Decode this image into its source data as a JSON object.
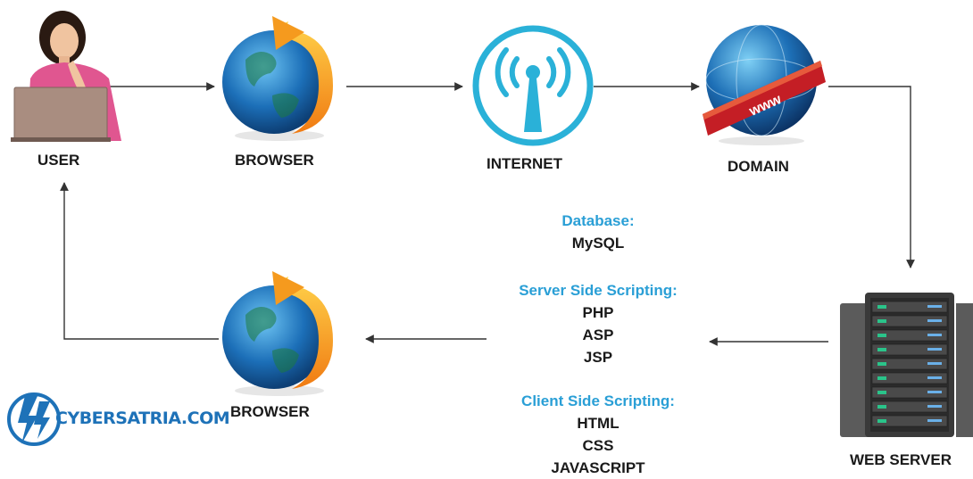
{
  "nodes": {
    "user": {
      "label": "USER"
    },
    "browser_top": {
      "label": "BROWSER"
    },
    "internet": {
      "label": "INTERNET"
    },
    "domain": {
      "label": "DOMAIN",
      "badge": "www"
    },
    "web_server": {
      "label": "WEB SERVER"
    },
    "browser_bottom": {
      "label": "BROWSER"
    }
  },
  "stack": {
    "database": {
      "heading": "Database:",
      "items": [
        "MySQL"
      ]
    },
    "server_side": {
      "heading": "Server Side Scripting:",
      "items": [
        "PHP",
        "ASP",
        "JSP"
      ]
    },
    "client_side": {
      "heading": "Client Side Scripting:",
      "items": [
        "HTML",
        "CSS",
        "JAVASCRIPT"
      ]
    }
  },
  "logo": {
    "text": "CYBERSATRIA.COM"
  },
  "colors": {
    "heading": "#2a9fd6",
    "arrow": "#333333",
    "logo": "#1e72b8"
  }
}
